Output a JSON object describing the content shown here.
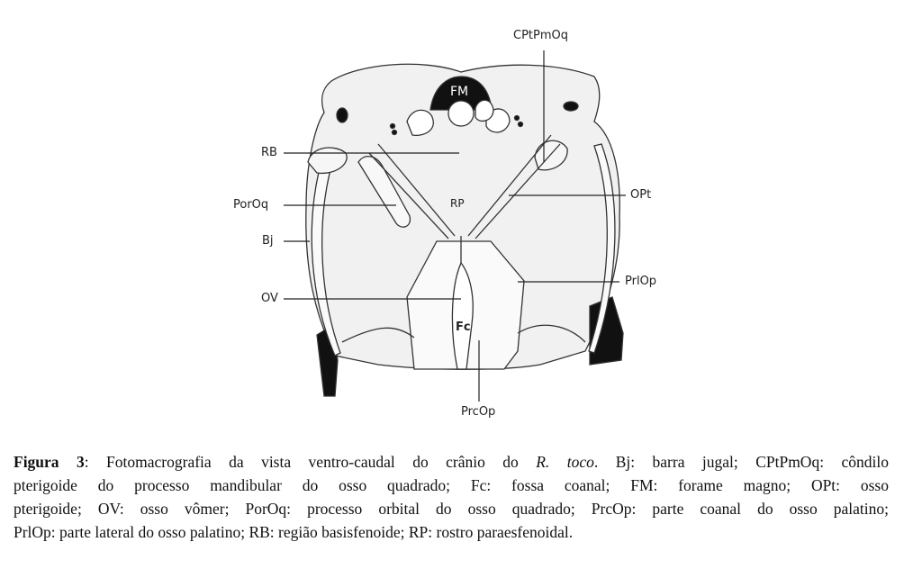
{
  "figure": {
    "labels": {
      "cptpmoq": "CPtPmOq",
      "fm": "FM",
      "rb": "RB",
      "poroq": "PorOq",
      "bj": "Bj",
      "ov": "OV",
      "rp": "RP",
      "fc": "Fc",
      "opt": "OPt",
      "prlop": "PrlOp",
      "prcop": "PrcOp"
    }
  },
  "caption": {
    "figure_number": "Figura 3",
    "line1_a": ": Fotomacrografia da vista ventro-caudal do crânio do ",
    "species": "R. toco",
    "line1_b": ". Bj: barra jugal; CPtPmOq: côndilo",
    "line2": "pterigoide do processo mandibular do osso quadrado; Fc: fossa coanal; FM: forame magno; OPt: osso",
    "line3": "pterigoide; OV: osso vômer; PorOq: processo orbital do osso quadrado; PrcOp: parte coanal do osso palatino;",
    "line4": "PrlOp: parte lateral do osso palatino; RB: região basisfenoide; RP: rostro paraesfenoidal."
  }
}
